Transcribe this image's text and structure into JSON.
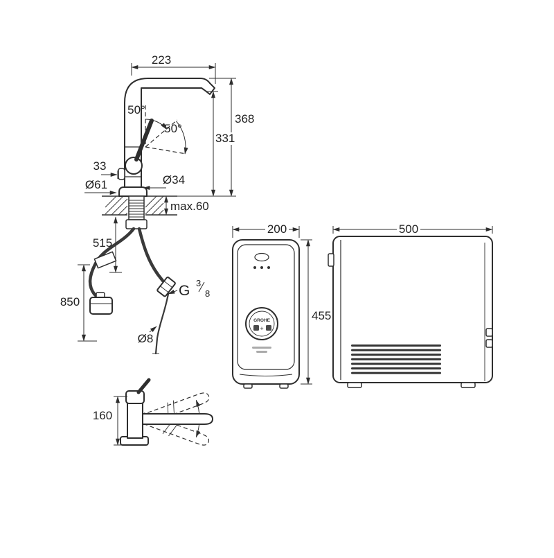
{
  "drawing": {
    "type": "technical-dimension-drawing",
    "colors": {
      "line": "#2e2e2e",
      "background": "#ffffff"
    },
    "views": {
      "faucet_front": {
        "labels": {
          "spout_reach": "223",
          "angle_upper": "50°",
          "angle_lower": "50°",
          "height_total": "368",
          "height_outlet": "331",
          "handle_offset": "33",
          "base_diameter": "Ø61",
          "body_diameter": "Ø34",
          "deck_thickness": "max.60",
          "hose_length_1": "515",
          "hose_length_2": "850",
          "thread_letter": "G",
          "thread_numerator": "3",
          "thread_denominator": "8",
          "hose_diameter": "Ø8"
        }
      },
      "faucet_side": {
        "labels": {
          "spout_height": "160"
        }
      },
      "cooler_front": {
        "labels": {
          "width": "200",
          "height": "455"
        },
        "logo_text": "GROHE",
        "logo_plus": "+"
      },
      "cooler_side": {
        "labels": {
          "depth": "500"
        }
      }
    }
  }
}
